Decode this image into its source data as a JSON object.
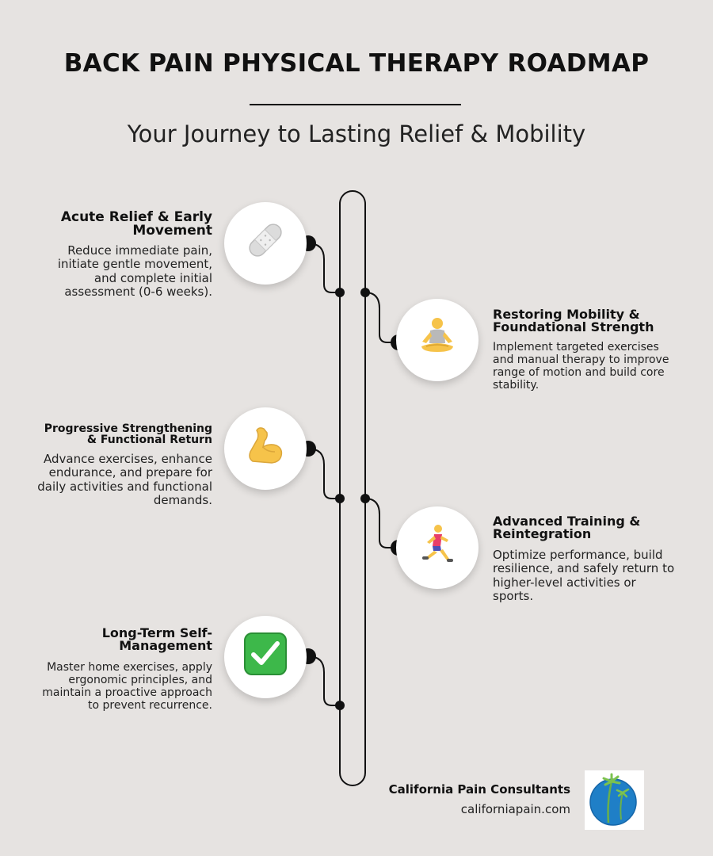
{
  "header": {
    "title": "BACK PAIN PHYSICAL THERAPY ROADMAP",
    "subtitle": "Your Journey to Lasting Relief & Mobility"
  },
  "stages": [
    {
      "title": "Acute Relief & Early Movement",
      "description": "Reduce immediate pain, initiate gentle movement, and complete initial assessment (0-6 weeks).",
      "icon": "bandage-icon",
      "side": "left"
    },
    {
      "title": "Restoring Mobility & Foundational Strength",
      "description": "Implement targeted exercises and manual therapy to improve range of motion and build core stability.",
      "icon": "meditation-icon",
      "side": "right"
    },
    {
      "title": "Progressive Strengthening & Functional Return",
      "description": "Advance exercises, enhance endurance, and prepare for daily activities and functional demands.",
      "icon": "flexed-bicep-icon",
      "side": "left"
    },
    {
      "title": "Advanced Training & Reintegration",
      "description": "Optimize performance, build resilience, and safely return to higher-level activities or sports.",
      "icon": "runner-icon",
      "side": "right"
    },
    {
      "title": "Long-Term Self-Management",
      "description": "Master home exercises, apply ergonomic principles, and maintain a proactive approach to prevent recurrence.",
      "icon": "check-mark-icon",
      "side": "left"
    }
  ],
  "footer": {
    "brand": "California Pain Consultants",
    "url": "californiapain.com",
    "logo_icon": "palm-tree-globe-icon"
  },
  "colors": {
    "background": "#e6e3e1",
    "line": "#111111",
    "node": "#111111",
    "circle": "#ffffff"
  }
}
